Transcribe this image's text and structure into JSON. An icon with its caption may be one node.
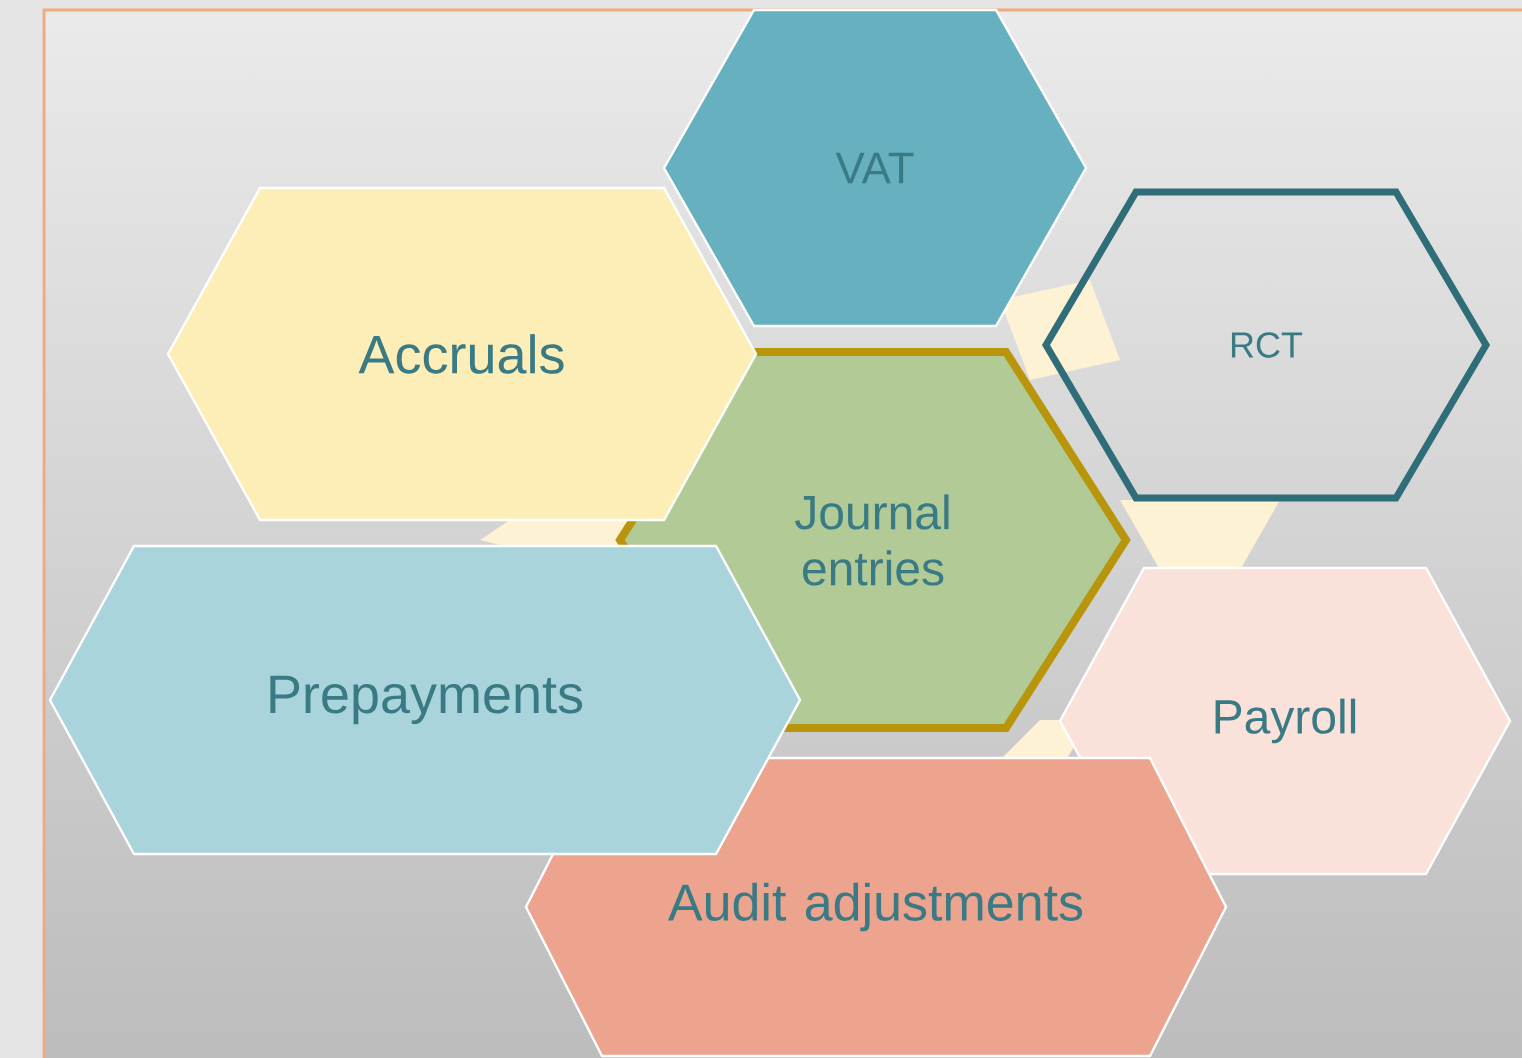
{
  "diagram": {
    "nodes": [
      {
        "text": [
          "VAT"
        ]
      },
      {
        "text": [
          "Accruals"
        ]
      },
      {
        "text": [
          "RCT"
        ]
      },
      {
        "text": [
          "Journal entries"
        ]
      },
      {
        "text": [
          "Prepayments"
        ]
      },
      {
        "text": [
          "Payroll"
        ]
      },
      {
        "text": [
          "Audit adjustments"
        ]
      }
    ]
  }
}
